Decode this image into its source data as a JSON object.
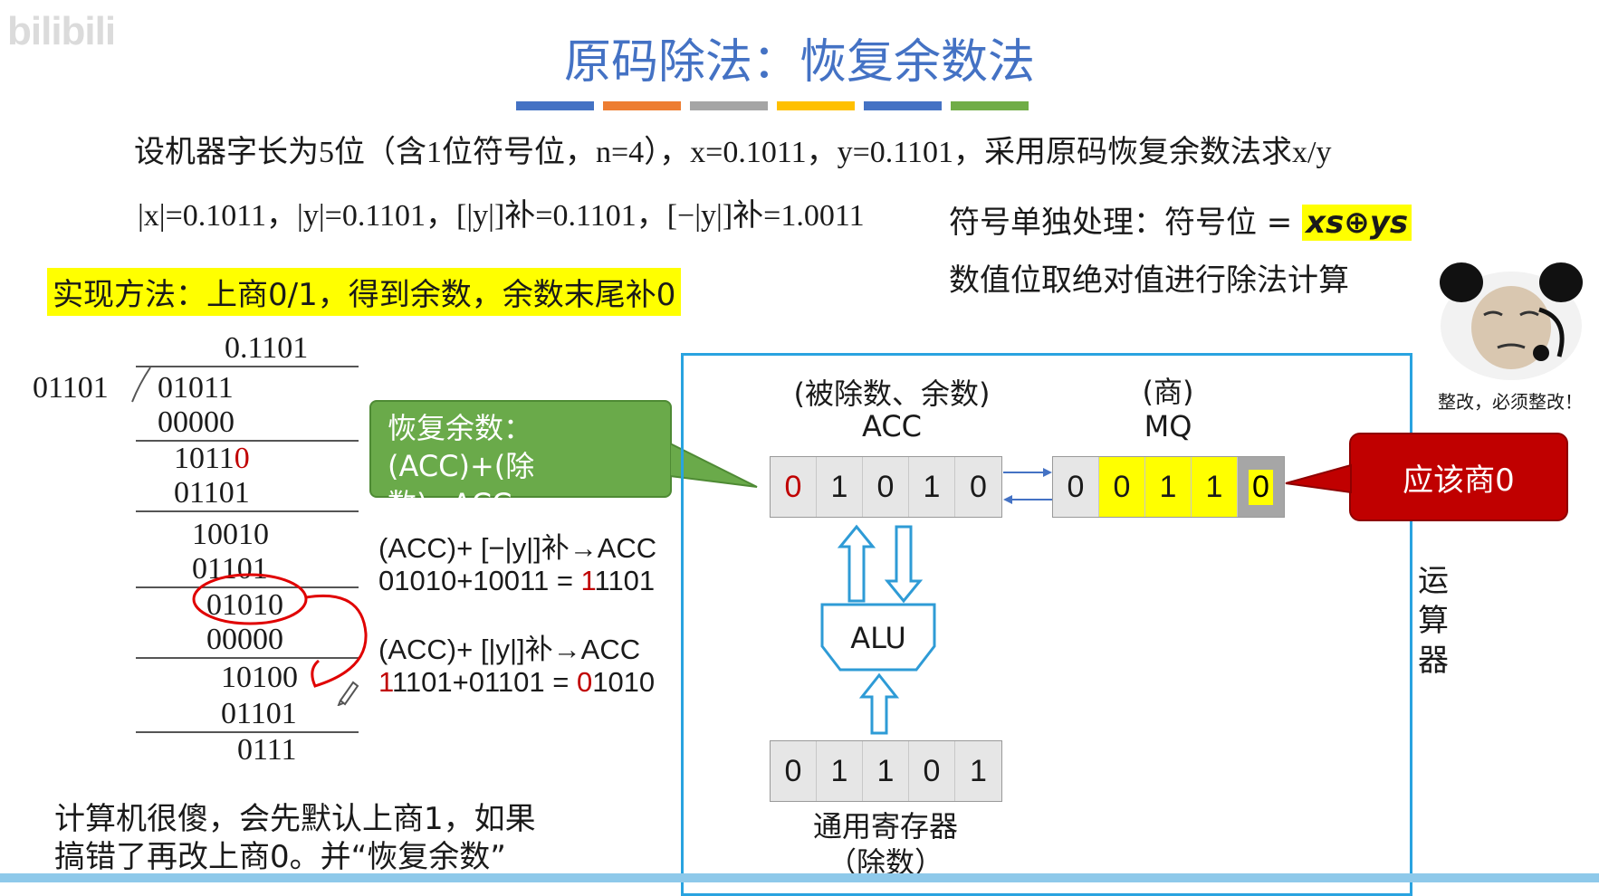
{
  "watermark": "bilibili",
  "title": "原码除法：恢复余数法",
  "title_bar_colors": [
    "#4472c4",
    "#ed7d31",
    "#a5a5a5",
    "#ffc000",
    "#4472c4",
    "#70ad47"
  ],
  "problem": "设机器字长为5位（含1位符号位，n=4），x=0.1011，y=0.1101，采用原码恢复余数法求x/y",
  "abs_values": "|x|=0.1011，|y|=0.1101，[|y|]补=0.1101，[−|y|]补=1.0011",
  "sign_rule": {
    "prefix": "符号单独处理：符号位 = ",
    "formula": "xs⊕ys"
  },
  "value_rule": "数值位取绝对值进行除法计算",
  "method": "实现方法：上商0/1，得到余数，余数末尾补0",
  "division": {
    "quotient": "0.1101",
    "divisor": "01101",
    "rows": [
      "01011",
      "00000",
      "1011",
      "0",
      "01101",
      "10010",
      "01101",
      "01010",
      "00000",
      "10100",
      "01101",
      "0111"
    ]
  },
  "callout_green": {
    "line1": "恢复余数：",
    "line2": "(ACC)+(除数)→ACC"
  },
  "callout_red": "应该商0",
  "formulas": {
    "f1_label": "(ACC)+ [−|y|]补→ACC",
    "f1_expr_prefix": "01010+10011 = ",
    "f1_red": "1",
    "f1_rest": "1101",
    "f2_label": "(ACC)+ [|y|]补→ACC",
    "f2_red1": "1",
    "f2_mid": "1101+01101 = ",
    "f2_red2": "0",
    "f2_rest": "1010"
  },
  "acc": {
    "caption": "(被除数、余数)",
    "name": "ACC",
    "bits": [
      "0",
      "1",
      "0",
      "1",
      "0"
    ]
  },
  "mq": {
    "caption": "(商)",
    "name": "MQ",
    "bits": [
      "0",
      "0",
      "1",
      "1",
      "0"
    ]
  },
  "alu_label": "ALU",
  "gpr": {
    "bits": [
      "0",
      "1",
      "1",
      "0",
      "1"
    ],
    "name": "通用寄存器",
    "caption": "（除数）"
  },
  "vertical_label": "运算器",
  "note": {
    "line1": "计算机很傻，会先默认上商1，如果",
    "line2": "搞错了再改上商0。并“恢复余数”"
  },
  "meme_caption": "整改，必须整改！"
}
